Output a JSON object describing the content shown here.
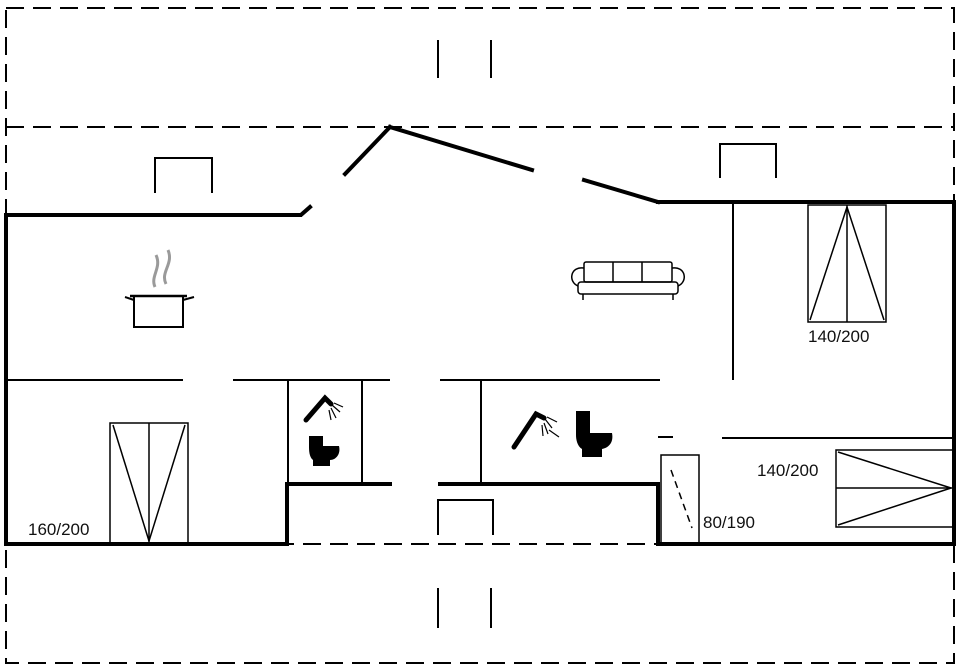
{
  "plan": {
    "bed_labels": {
      "bedroom_left": "160/200",
      "bedroom_top_right": "140/200",
      "bedroom_bottom_right": "140/200",
      "bunk_small": "80/190"
    },
    "icons": {
      "kitchen": "cooking-pot-icon",
      "living": "sofa-icon",
      "bathroom_1": "shower-toilet-icon",
      "bathroom_2": "shower-toilet-icon"
    },
    "colors": {
      "line": "#000000",
      "background": "#ffffff",
      "steam": "#9a9a9a"
    }
  }
}
